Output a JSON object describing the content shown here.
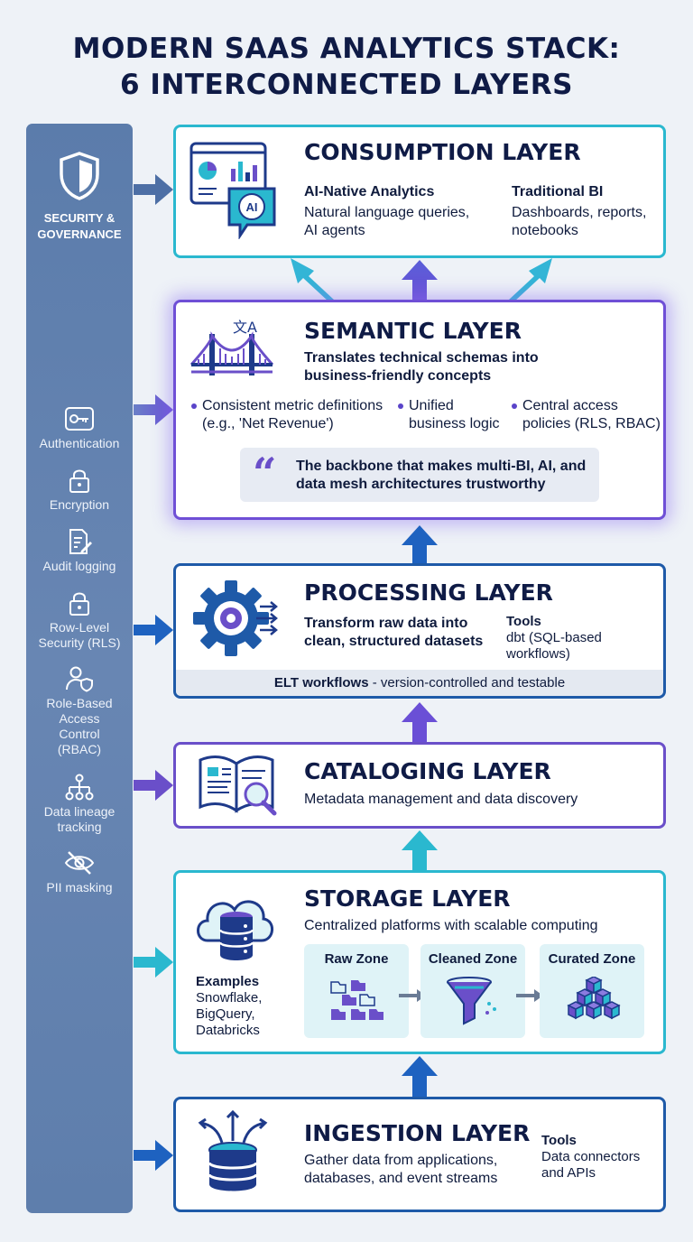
{
  "title": {
    "line1": "MODERN SAAS ANALYTICS STACK:",
    "line2": "6 INTERCONNECTED LAYERS"
  },
  "sidebar": {
    "heading_line1": "SECURITY &",
    "heading_line2": "GOVERNANCE",
    "items": [
      {
        "icon": "key-icon",
        "label": "Authentication"
      },
      {
        "icon": "lock-icon",
        "label": "Encryption"
      },
      {
        "icon": "document-edit-icon",
        "label": "Audit logging"
      },
      {
        "icon": "lock-icon",
        "label": "Row-Level Security (RLS)"
      },
      {
        "icon": "user-shield-icon",
        "label": "Role-Based Access Control (RBAC)"
      },
      {
        "icon": "hierarchy-icon",
        "label": "Data lineage tracking"
      },
      {
        "icon": "eye-slash-icon",
        "label": "PII masking"
      }
    ]
  },
  "consumption": {
    "title": "CONSUMPTION LAYER",
    "ai_heading": "AI-Native Analytics",
    "ai_text": "Natural language queries, AI agents",
    "bi_heading": "Traditional BI",
    "bi_text": "Dashboards, reports, notebooks",
    "icon_badge": "AI"
  },
  "semantic": {
    "title": "SEMANTIC LAYER",
    "subtitle": "Translates technical schemas into business-friendly concepts",
    "bullets": [
      "Consistent metric definitions (e.g., 'Net Revenue')",
      "Unified business logic",
      "Central access policies (RLS, RBAC)"
    ],
    "quote_mark": "“",
    "quote": "The backbone that makes multi-BI, AI, and data mesh architectures trustworthy"
  },
  "processing": {
    "title": "PROCESSING LAYER",
    "text": "Transform raw data into clean, structured datasets",
    "tools_heading": "Tools",
    "tools_text": "dbt (SQL-based workflows)",
    "elt_bold": "ELT workflows",
    "elt_rest": " - version-controlled and testable"
  },
  "cataloging": {
    "title": "CATALOGING LAYER",
    "text": "Metadata management and data discovery"
  },
  "storage": {
    "title": "STORAGE LAYER",
    "text": "Centralized platforms with scalable computing",
    "examples_heading": "Examples",
    "examples_text": "Snowflake, BigQuery, Databricks",
    "zones": [
      "Raw Zone",
      "Cleaned Zone",
      "Curated Zone"
    ]
  },
  "ingestion": {
    "title": "INGESTION LAYER",
    "text": "Gather data from applications, databases, and event streams",
    "tools_heading": "Tools",
    "tools_text": "Data connectors and APIs"
  },
  "colors": {
    "teal": "#2ab8cf",
    "purple": "#6a4fc9",
    "blue": "#1e5aa8",
    "sidebar": "#6383b1",
    "navy": "#0f1b46"
  }
}
